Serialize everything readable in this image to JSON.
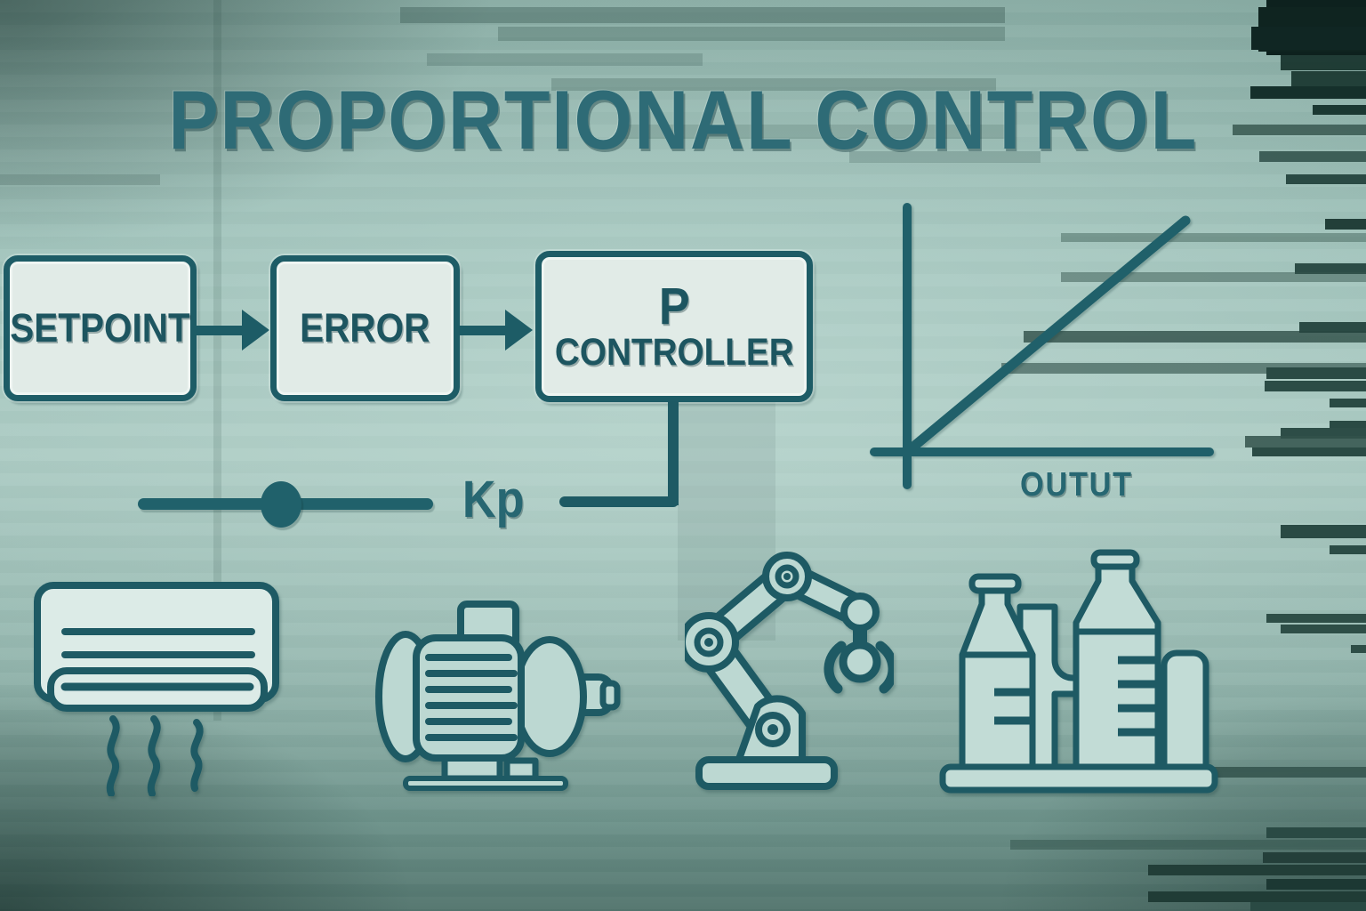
{
  "title": "PROPORTIONAL CONTROL",
  "flow_diagram": {
    "setpoint_label": "SETPOINT",
    "error_label": "ERROR",
    "controller_label_line1": "P",
    "controller_label_line2": "CONTROLLER",
    "gain_slider_label": "Kp"
  },
  "graph": {
    "axis_label": "OUTUT",
    "curve": "straight rising line from origin (proportional output)"
  },
  "application_icons": [
    {
      "name": "air-conditioner-icon"
    },
    {
      "name": "electric-motor-icon"
    },
    {
      "name": "robot-arm-icon"
    },
    {
      "name": "process-tanks-icon"
    }
  ],
  "colors": {
    "dark_teal_stroke": "#1e5a64",
    "title_teal": "#2e6b76",
    "box_fill": "#e1ebe7",
    "icon_fill": "#c2dcd6",
    "background_mid": "#a8c8c0",
    "edge_artifact_dark": "#122a25"
  }
}
